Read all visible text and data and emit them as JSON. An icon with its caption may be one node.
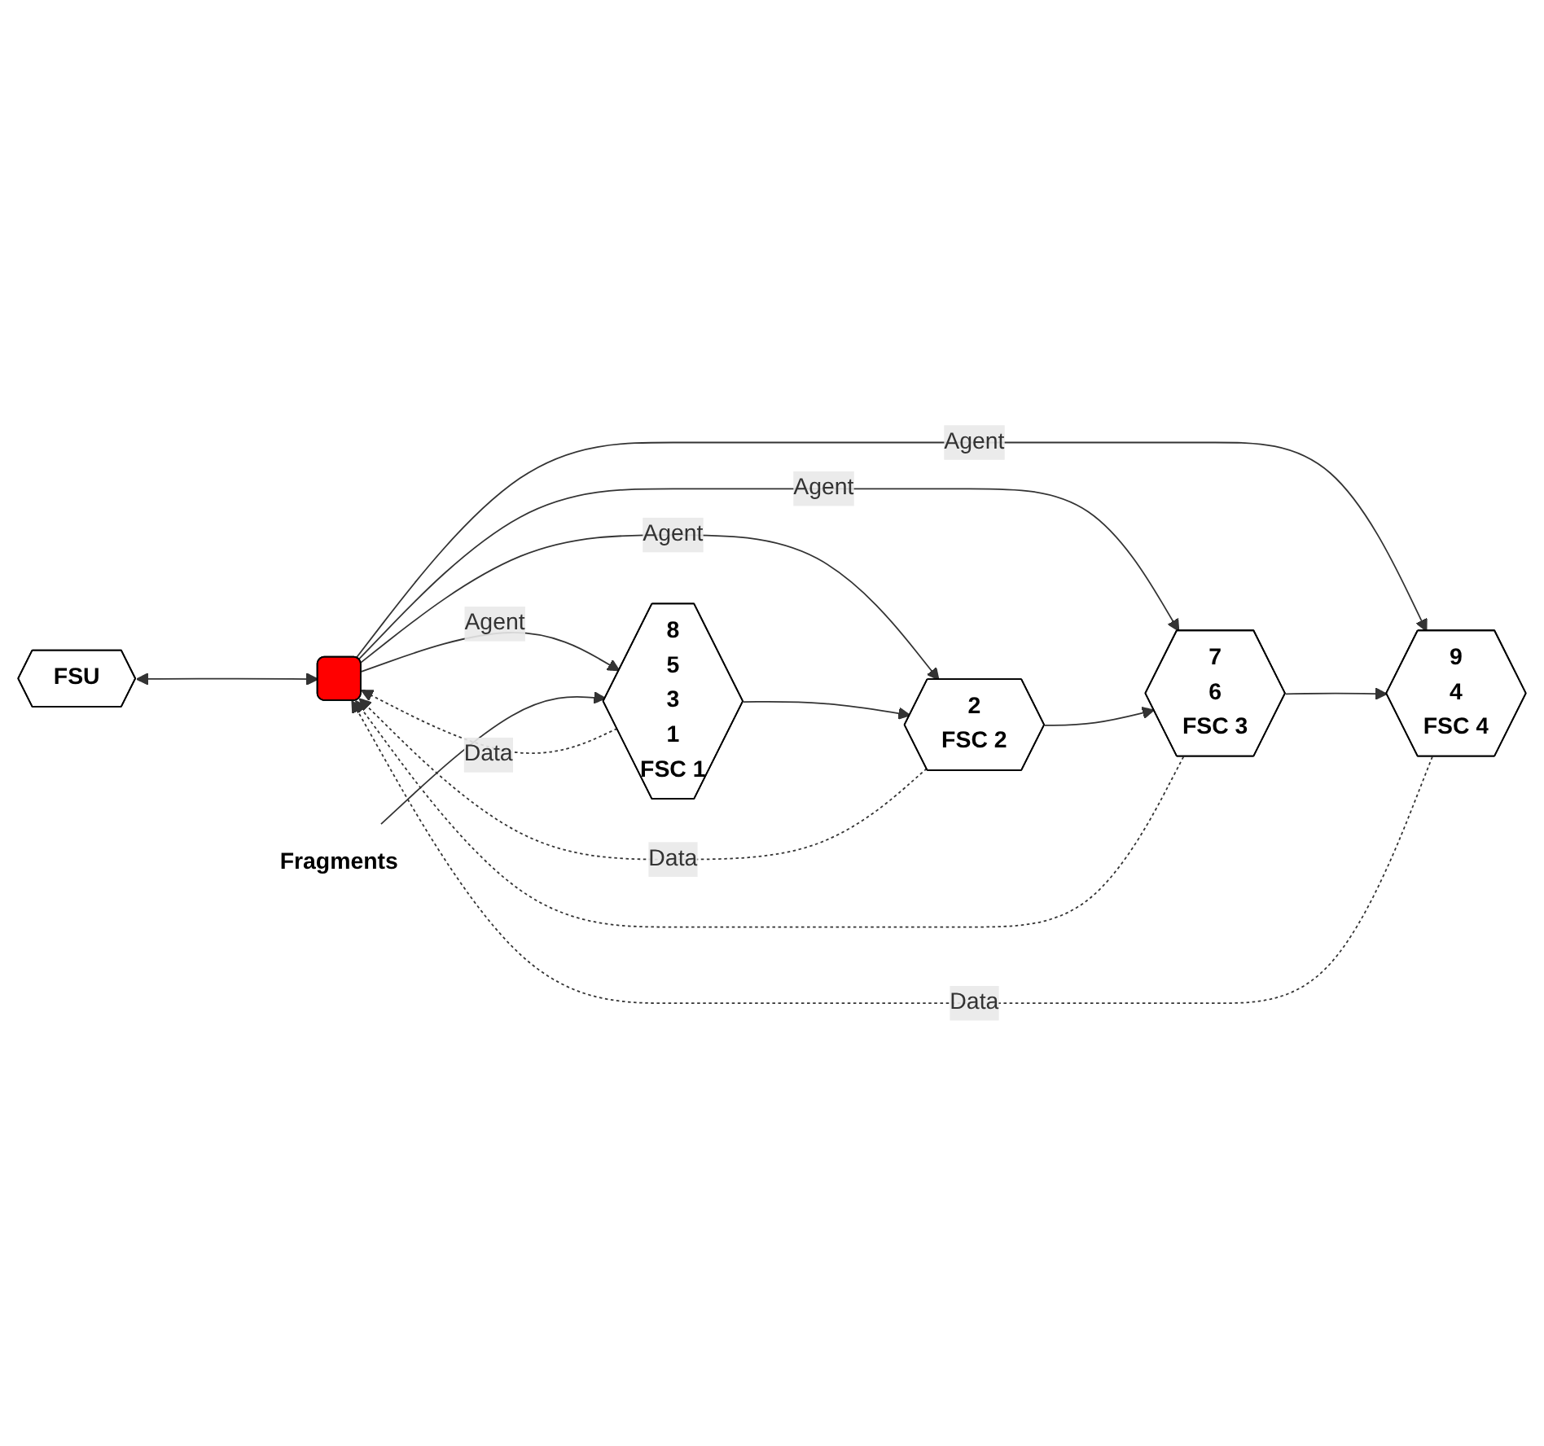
{
  "diagram": {
    "nodes": [
      {
        "text": [
          "FSU"
        ]
      },
      {
        "text": [],
        "shape": "box"
      },
      {
        "text": [
          "9",
          "4",
          "FSC 4"
        ]
      },
      {
        "text": [
          "7",
          "6",
          "FSC 3"
        ]
      },
      {
        "text": [
          "2",
          "FSC 2"
        ]
      },
      {
        "text": [
          "8",
          "5",
          "3",
          "1",
          "FSC 1"
        ]
      },
      {
        "text": [
          "Fragments"
        ]
      }
    ],
    "edges": [
      {
        "from": 0,
        "to": 1,
        "arrow": "both"
      },
      {
        "from": 1,
        "to": 2,
        "arrow": "to",
        "label": "Agent"
      },
      {
        "from": 2,
        "to": 1,
        "arrow": "to",
        "label": "Data",
        "style": "dashed"
      },
      {
        "from": 1,
        "to": 3,
        "arrow": "to",
        "label": "Agent"
      },
      {
        "from": 3,
        "to": 1,
        "arrow": "to",
        "style": "dashed"
      },
      {
        "from": 1,
        "to": 4,
        "arrow": "to",
        "label": "Agent"
      },
      {
        "from": 4,
        "to": 1,
        "arrow": "to",
        "label": "Data",
        "style": "dashed"
      },
      {
        "from": 1,
        "to": 5,
        "arrow": "to",
        "label": "Agent"
      },
      {
        "from": 5,
        "to": 1,
        "arrow": "to",
        "label": "Data",
        "style": "dashed"
      },
      {
        "from": 5,
        "to": 4,
        "arrow": "to"
      },
      {
        "from": 4,
        "to": 3,
        "arrow": "to"
      },
      {
        "from": 3,
        "to": 2,
        "arrow": "to"
      },
      {
        "from": 6,
        "to": 5,
        "arrow": "to"
      }
    ]
  }
}
